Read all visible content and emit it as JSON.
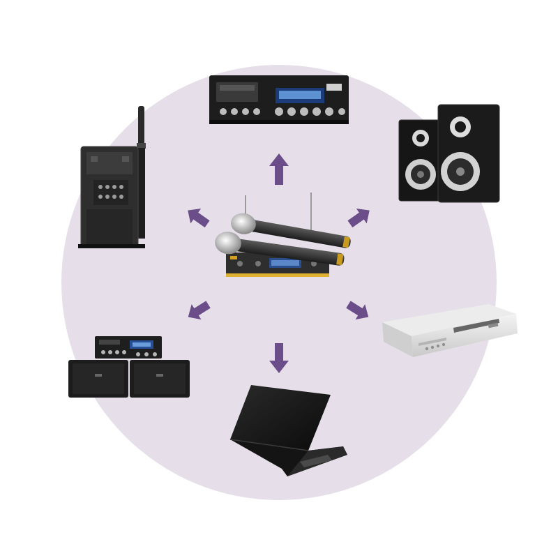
{
  "diagram": {
    "description": "",
    "colors": {
      "background": "#ffffff",
      "circle": "#e6dfe9",
      "arrow": "#6b4d8a"
    },
    "hub": {
      "name": "wireless-microphone-receiver",
      "icon": "wireless-microphone-icon"
    },
    "devices": [
      {
        "name": "power-amplifier",
        "icon": "amplifier-icon"
      },
      {
        "name": "bookshelf-speakers",
        "icon": "speaker-pair-icon"
      },
      {
        "name": "portable-pa-speaker",
        "icon": "portable-speaker-icon"
      },
      {
        "name": "dvd-player",
        "icon": "dvd-player-icon"
      },
      {
        "name": "karaoke-amplifier-speakers",
        "icon": "karaoke-system-icon"
      },
      {
        "name": "laptop",
        "icon": "laptop-icon"
      }
    ]
  }
}
